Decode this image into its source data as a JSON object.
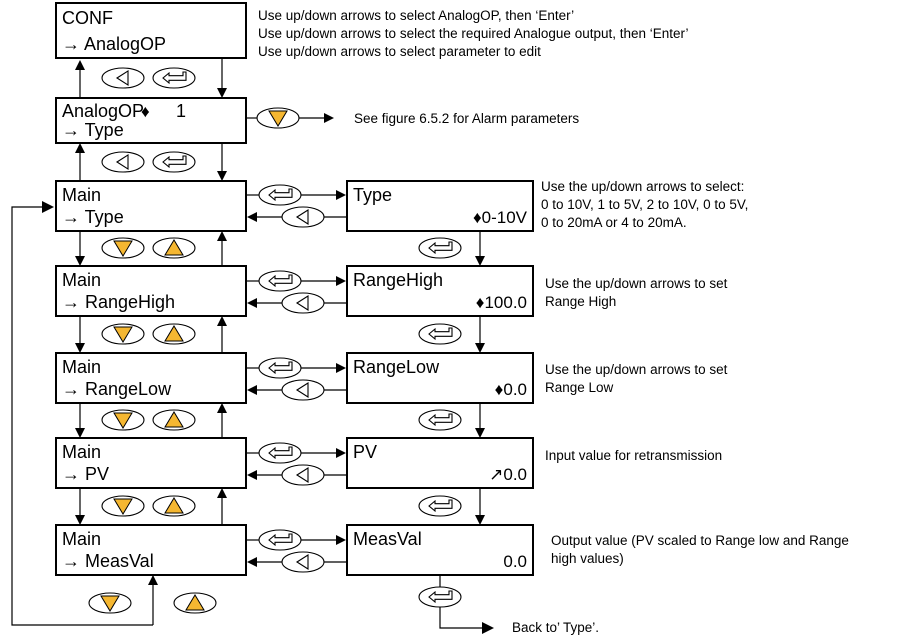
{
  "conf": {
    "line1": "CONF",
    "line2": "→ AnalogOP",
    "notes": [
      "Use up/down arrows to select AnalogOP, then ‘Enter’",
      "Use up/down arrows to select the required Analogue output, then ‘Enter’",
      "Use up/down arrows to select parameter to edit"
    ]
  },
  "analog": {
    "line1": "AnalogOP",
    "symbol": "♦",
    "number": "1",
    "line2": "→ Type",
    "note": "See figure 6.5.2 for Alarm parameters"
  },
  "menu": [
    {
      "line1": "Main",
      "line2": "→ Type"
    },
    {
      "line1": "Main",
      "line2": "→ RangeHigh"
    },
    {
      "line1": "Main",
      "line2": "→ RangeLow"
    },
    {
      "line1": "Main",
      "line2": "→ PV"
    },
    {
      "line1": "Main",
      "line2": "→ MeasVal"
    }
  ],
  "params": [
    {
      "title": "Type",
      "prefix": "♦",
      "value": "0-10V",
      "notes": [
        "Use the up/down arrows to select:",
        "0 to 10V, 1 to 5V, 2 to 10V, 0 to 5V,",
        "0 to 20mA or 4 to 20mA."
      ]
    },
    {
      "title": "RangeHigh",
      "prefix": "♦",
      "value": "100.0",
      "notes": [
        "Use the up/down arrows to set",
        "Range High"
      ]
    },
    {
      "title": "RangeLow",
      "prefix": "♦",
      "value": "0.0",
      "notes": [
        "Use the up/down arrows to set",
        "Range Low"
      ]
    },
    {
      "title": "PV",
      "prefix": "↗",
      "value": "0.0",
      "notes": [
        "Input value for retransmission"
      ]
    },
    {
      "title": "MeasVal",
      "prefix": "",
      "value": "0.0",
      "notes": [
        "Output value (PV scaled to Range low and Range",
        "high values)"
      ]
    }
  ],
  "back_note": "Back to’ Type’.",
  "colors": {
    "triangle": "#f5b731",
    "outline": "#000000"
  }
}
